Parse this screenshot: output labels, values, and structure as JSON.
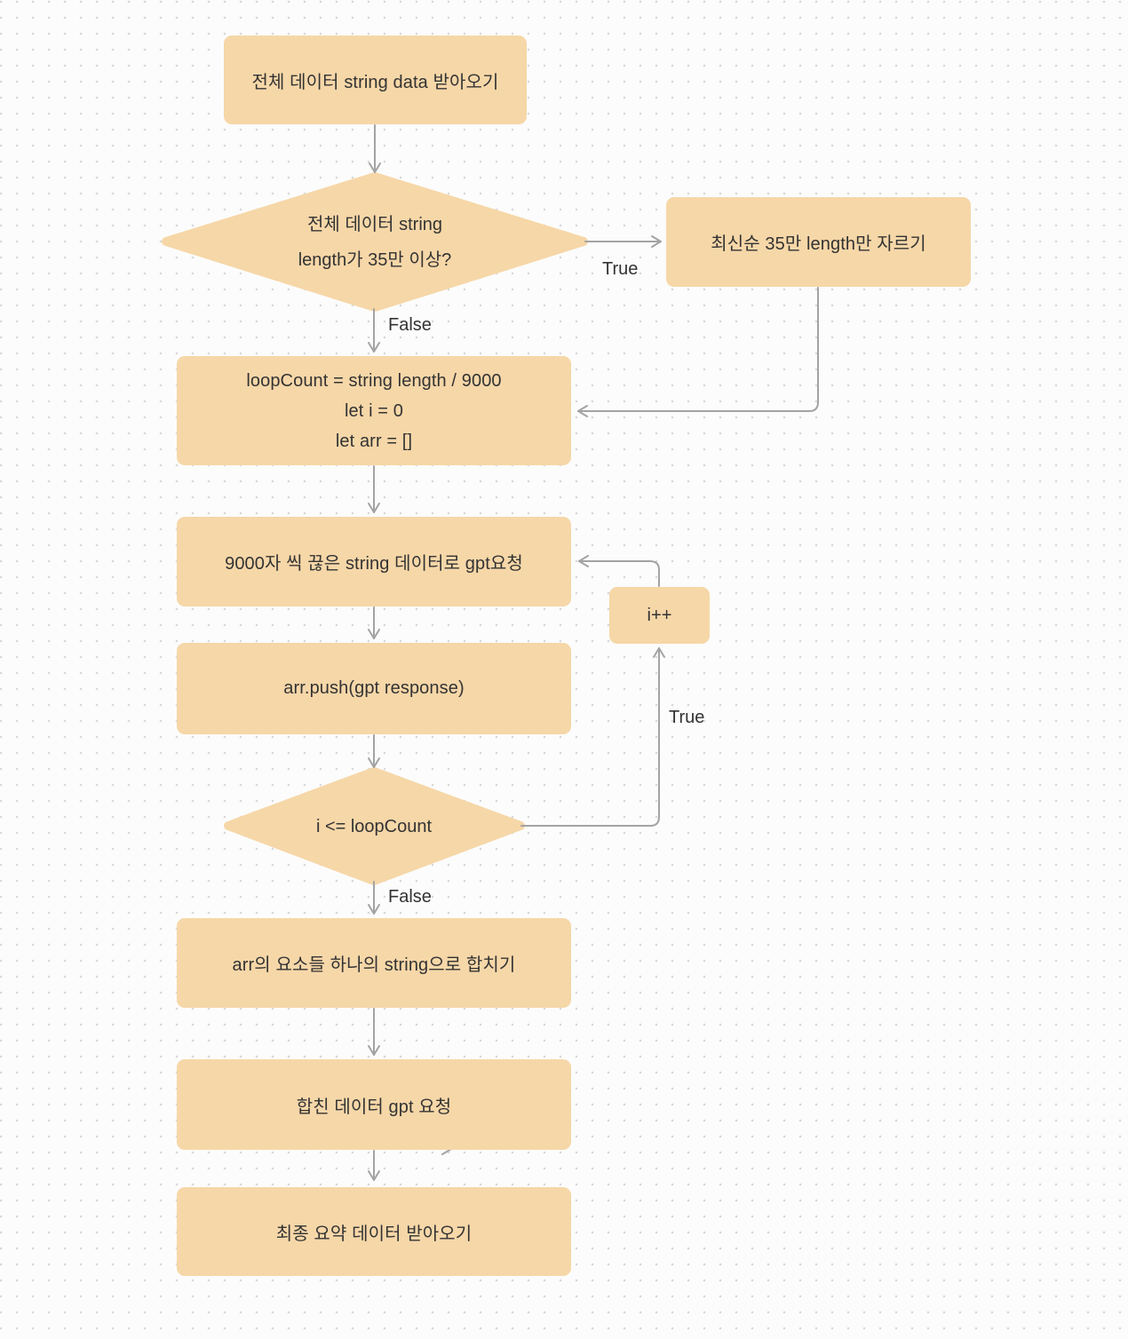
{
  "meta": {
    "background_color": "#FCFCFC",
    "grid_dot_color": "#D8D8D8",
    "node_fill_color": "#F6D7A8",
    "arrow_color": "#A3A3A3",
    "text_color": "#333333"
  },
  "nodes": {
    "fetch": {
      "label": "전체 데이터 string data 받아오기"
    },
    "length_check": {
      "line1": "전체 데이터  string",
      "line2": "length가 35만 이상?"
    },
    "trim": {
      "label": "최신순 35만 length만 자르기"
    },
    "init": {
      "line1": "loopCount = string length / 9000",
      "line2": "let i = 0",
      "line3": "let arr = []"
    },
    "chunk_request": {
      "label": "9000자 씩 끊은 string 데이터로 gpt요청"
    },
    "increment": {
      "label": "i++"
    },
    "push": {
      "label": "arr.push(gpt response)"
    },
    "loop_check": {
      "label": "i <= loopCount"
    },
    "join": {
      "label": "arr의 요소들 하나의 string으로 합치기"
    },
    "merged_request": {
      "label": "합친 데이터 gpt 요청"
    },
    "result": {
      "label": "최종 요약 데이터 받아오기"
    }
  },
  "edge_labels": {
    "length_true": "True",
    "length_false": "False",
    "loop_true": "True",
    "loop_false": "False"
  }
}
